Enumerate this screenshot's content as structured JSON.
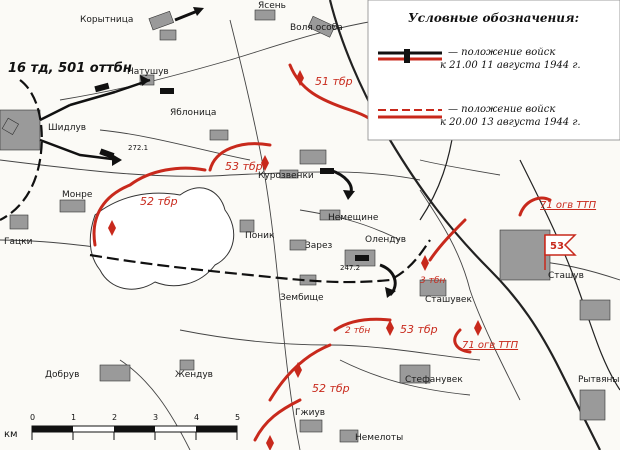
{
  "legend": {
    "title": "Условные обозначения:",
    "item1": "— положение войск",
    "item1_date": "к 21.00 11 августа 1944 г.",
    "item2": "— положение войск",
    "item2_date": "к 20.00 13 августа 1944 г."
  },
  "units": {
    "black_group": "16 тд, 501 оттбн",
    "b51": "51 тбр",
    "b53a": "53 тбр",
    "b52a": "52 тбр",
    "b3": "3 тбн",
    "b2": "2 тбн",
    "b53b": "53 тбр",
    "b52b": "52 тбр",
    "ttp71a": "71 огв ТТП",
    "ttp71b": "71 огв ТТП",
    "flag": "53"
  },
  "places": {
    "korytnica": "Корытница",
    "yasen": "Ясень",
    "volya": "Воля особа",
    "natuchuv": "Натушув",
    "shidluv": "Шидлув",
    "yablonica": "Яблоница",
    "kurozvenki": "Курозвенки",
    "monre": "Монре",
    "gacki": "Гацки",
    "ponik": "Поник",
    "zarez": "Зарез",
    "nemeshchine": "Немещине",
    "olenduv": "Олендув",
    "zemblishche": "Зембище",
    "stashchuvek": "Сташувек",
    "stashuv": "Сташув",
    "dobruv": "Добрув",
    "zhendav": "Жендув",
    "stefanuvek": "Стефанувек",
    "gzhivuv": "Гжиув",
    "nemeloty": "Немелоты",
    "rytvyany": "Рытвяны",
    "h2721": "272.1",
    "h2472": "247.2"
  },
  "scale": {
    "unit": "км",
    "ticks": [
      "0",
      "1",
      "2",
      "3",
      "4",
      "5"
    ]
  },
  "colors": {
    "soviet_red": "#c8291c",
    "german_black": "#111111",
    "paper": "#fbfaf6"
  }
}
